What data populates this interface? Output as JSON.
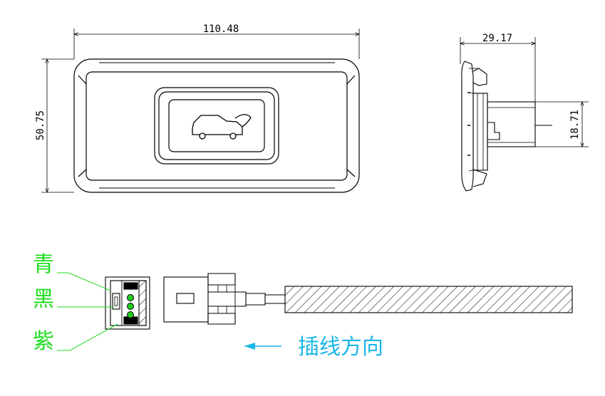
{
  "dimensions": {
    "width": "110.48",
    "height": "50.75",
    "side_depth": "29.17",
    "side_height": "18.71"
  },
  "wire_labels": {
    "cyan": "青",
    "black": "黑",
    "purple": "紫"
  },
  "insertion_direction": "插线方向",
  "colors": {
    "label_green": "#22dd22",
    "direction_cyan": "#19b7e8",
    "pin_green": "#22cc22",
    "line": "#000000"
  },
  "icons": {
    "button_symbol": "car-tailgate-icon",
    "arrow": "arrow-left-icon"
  }
}
